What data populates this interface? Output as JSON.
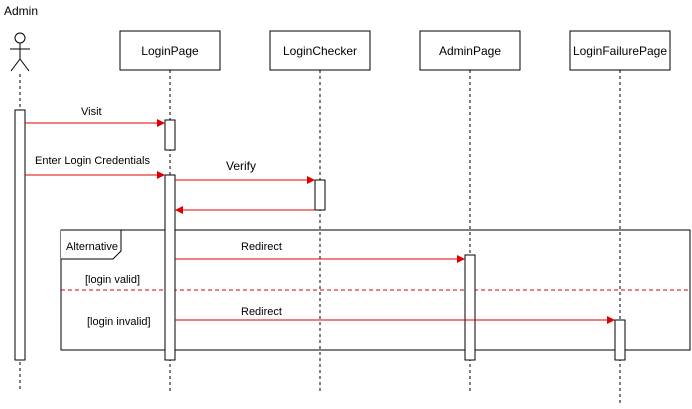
{
  "actor": {
    "label": "Admin"
  },
  "participants": [
    {
      "label": "LoginPage"
    },
    {
      "label": "LoginChecker"
    },
    {
      "label": "AdminPage"
    },
    {
      "label": "LoginFailurePage"
    }
  ],
  "messages": [
    {
      "label": "Visit"
    },
    {
      "label": "Enter Login Credentials"
    },
    {
      "label": "Verify"
    },
    {
      "label": ""
    },
    {
      "label": "Redirect"
    },
    {
      "label": "Redirect"
    }
  ],
  "fragment": {
    "operator": "Alternative",
    "guards": [
      "[login valid]",
      "[login invalid]"
    ]
  },
  "colors": {
    "message_arrow": "#e00000",
    "separator": "#e00000",
    "lines": "#000000",
    "box_fill": "#ffffff"
  }
}
